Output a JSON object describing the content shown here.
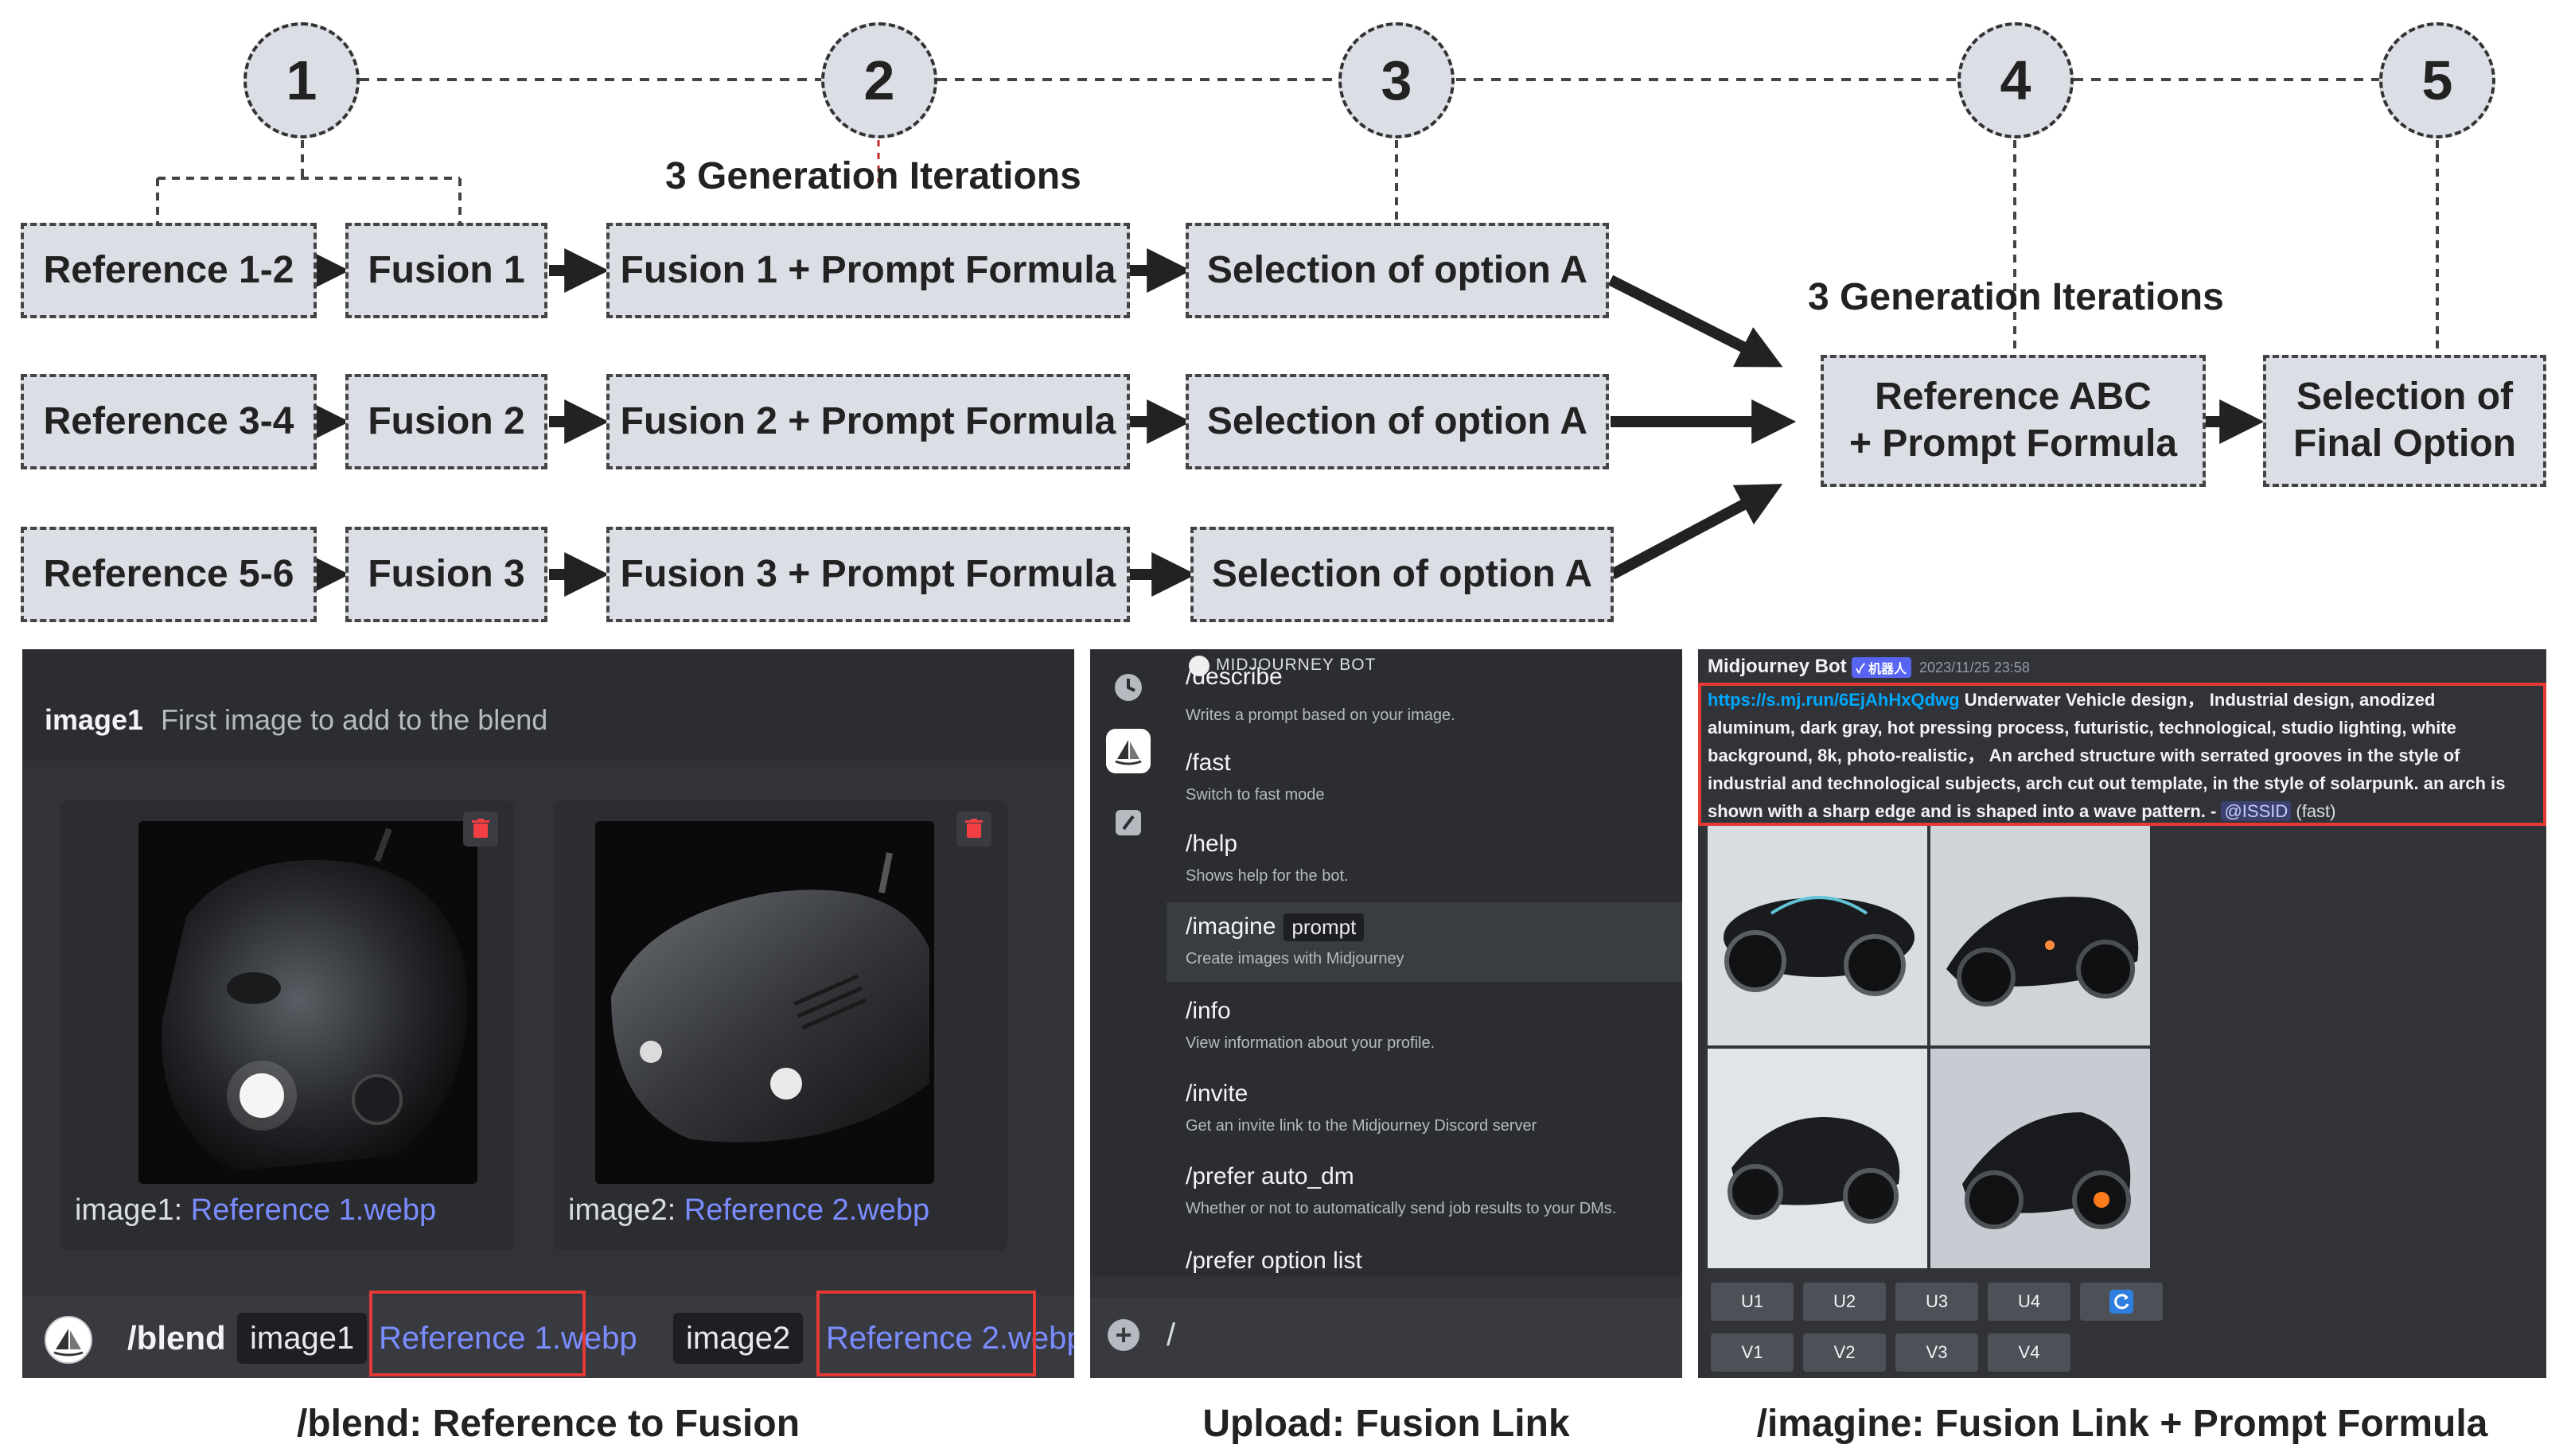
{
  "steps": [
    "1",
    "2",
    "3",
    "4",
    "5"
  ],
  "iteration_labels": [
    "3 Generation Iterations",
    "3 Generation Iterations"
  ],
  "rows": [
    {
      "reference": "Reference 1-2",
      "fusion": "Fusion 1",
      "prompt": "Fusion 1 + Prompt Formula",
      "selection": "Selection of option A"
    },
    {
      "reference": "Reference 3-4",
      "fusion": "Fusion 2",
      "prompt": "Fusion 2 + Prompt Formula",
      "selection": "Selection of option A"
    },
    {
      "reference": "Reference 5-6",
      "fusion": "Fusion 3",
      "prompt": "Fusion 3 + Prompt Formula",
      "selection": "Selection of option A"
    }
  ],
  "merge_box": {
    "line1": "Reference ABC",
    "line2": "+ Prompt Formula"
  },
  "final_box": {
    "line1": "Selection of",
    "line2": "Final Option"
  },
  "captions": [
    "/blend: Reference to Fusion",
    "Upload: Fusion Link",
    "/imagine: Fusion Link + Prompt Formula"
  ],
  "blend_panel": {
    "option_name": "image1",
    "option_desc": "First image to add to the blend",
    "cards": [
      {
        "label": "image1: ",
        "file": "Reference 1.webp"
      },
      {
        "label": "image2: ",
        "file": "Reference 2.webp"
      }
    ],
    "command": "/blend",
    "chips": [
      {
        "name": "image1",
        "file": "Reference 1.webp"
      },
      {
        "name": "image2",
        "file": "Reference 2.webp"
      }
    ],
    "icons": [
      "trash-icon",
      "bot-avatar-icon"
    ]
  },
  "commands_panel": {
    "bot_name": "MIDJOURNEY BOT",
    "commands": [
      {
        "name": "/describe",
        "desc": "Writes a prompt based on your image."
      },
      {
        "name": "/fast",
        "desc": "Switch to fast mode"
      },
      {
        "name": "/help",
        "desc": "Shows help for the bot."
      },
      {
        "name": "/imagine",
        "chip": "prompt",
        "desc": "Create images with Midjourney"
      },
      {
        "name": "/info",
        "desc": "View information about your profile."
      },
      {
        "name": "/invite",
        "desc": "Get an invite link to the Midjourney Discord server"
      },
      {
        "name": "/prefer auto_dm",
        "desc": "Whether or not to automatically send job results to your DMs."
      },
      {
        "name": "/prefer option list",
        "desc": ""
      }
    ],
    "input_text": "/",
    "icons": [
      "clock-icon",
      "bot-icon",
      "slash-icon",
      "plus-icon"
    ]
  },
  "imagine_panel": {
    "author": "Midjourney Bot",
    "badge": "✓ 机器人",
    "timestamp": "2023/11/25 23:58",
    "url": "https://s.mj.run/6EjAhHxQdwg",
    "prompt": " Underwater Vehicle design， Industrial design, anodized aluminum, dark gray, hot pressing process, futuristic, technological, studio lighting, white background, 8k, photo-realistic， An arched structure with serrated grooves in the style of industrial and technological subjects, arch cut out template, in the style of solarpunk. an arch is shown with a sharp edge and is shaped into a wave pattern. - ",
    "mention": "@ISSID",
    "mode": " (fast)",
    "upscale_buttons": [
      "U1",
      "U2",
      "U3",
      "U4"
    ],
    "variation_buttons": [
      "V1",
      "V2",
      "V3",
      "V4"
    ],
    "icons": [
      "refresh-icon"
    ]
  },
  "colors": {
    "box_fill": "#dcdee6",
    "arrow": "#222222",
    "discord_bg": "#313338",
    "link": "#7b8cff",
    "highlight": "#e53935"
  }
}
